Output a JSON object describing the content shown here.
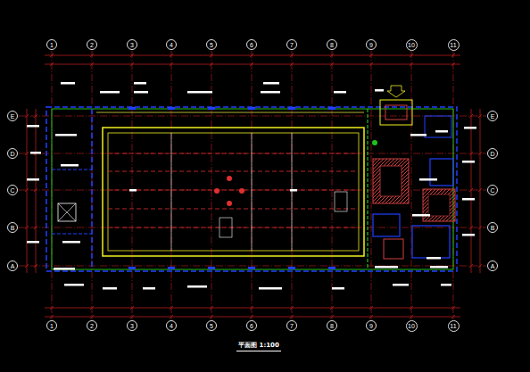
{
  "diagram": {
    "title": "平面图 1:100",
    "nodes": [
      {
        "text": [
          "1"
        ]
      },
      {
        "text": [
          "2"
        ]
      },
      {
        "text": [
          "3"
        ]
      },
      {
        "text": [
          "4"
        ]
      },
      {
        "text": [
          "5"
        ]
      },
      {
        "text": [
          "6"
        ]
      },
      {
        "text": [
          "7"
        ]
      },
      {
        "text": [
          "8"
        ]
      },
      {
        "text": [
          "9"
        ]
      },
      {
        "text": [
          "10"
        ]
      },
      {
        "text": [
          "11"
        ]
      },
      {
        "text": [
          "E"
        ]
      },
      {
        "text": [
          "E"
        ]
      },
      {
        "text": [
          "D"
        ]
      },
      {
        "text": [
          "D"
        ]
      },
      {
        "text": [
          "C"
        ]
      },
      {
        "text": [
          "C"
        ]
      },
      {
        "text": [
          "B"
        ]
      },
      {
        "text": [
          "B"
        ]
      },
      {
        "text": [
          "A"
        ]
      },
      {
        "text": [
          "A"
        ]
      },
      {
        "text": [
          "1"
        ]
      },
      {
        "text": [
          "2"
        ]
      },
      {
        "text": [
          "3"
        ]
      },
      {
        "text": [
          "4"
        ]
      },
      {
        "text": [
          "5"
        ]
      },
      {
        "text": [
          "6"
        ]
      },
      {
        "text": [
          "7"
        ]
      },
      {
        "text": [
          "8"
        ]
      },
      {
        "text": [
          "9"
        ]
      },
      {
        "text": [
          "10"
        ]
      },
      {
        "text": [
          "11"
        ]
      }
    ]
  }
}
